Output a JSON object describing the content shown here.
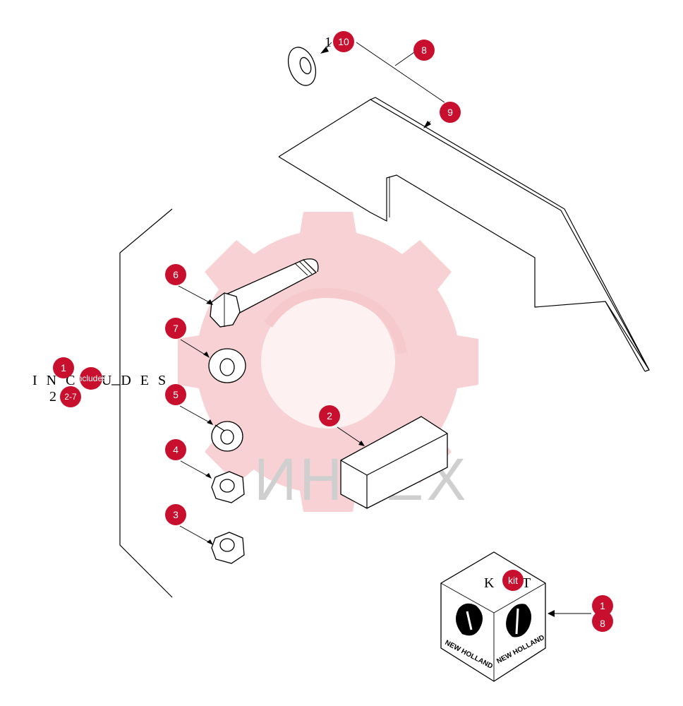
{
  "watermark": {
    "text": "ИНТЕХ",
    "gear_color": "#f6c9cc",
    "text_color": "#cfcfcf"
  },
  "colors": {
    "callout": "#c8102e",
    "callout_text": "#ffffff",
    "line": "#000000"
  },
  "callouts": {
    "c10": "10",
    "c8_top": "8",
    "c9": "9",
    "c6": "6",
    "c7": "7",
    "c5": "5",
    "c4": "4",
    "c3": "3",
    "c2": "2",
    "c1_left": "1",
    "c_includes": "includes",
    "c2_7": "2-7",
    "c_kit": "kit",
    "c1_right": "1",
    "c8_right": "8"
  },
  "labels": {
    "includes_text": "I N C L U D E S",
    "range_prefix": "2",
    "kit_left": "K",
    "kit_right": "T",
    "top_item_prefix": "1"
  },
  "brand": {
    "name": "NEW HOLLAND"
  }
}
